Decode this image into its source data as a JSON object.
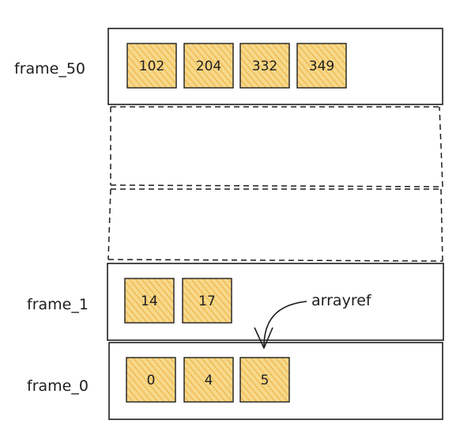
{
  "colors": {
    "stroke": "#1e1e1e",
    "cell_fill": "#f5cf7a",
    "hatch": "#e8a52a",
    "background": "#ffffff"
  },
  "frames": [
    {
      "label": "frame_50",
      "values": [
        "102",
        "204",
        "332",
        "349"
      ]
    },
    {
      "label": "frame_1",
      "values": [
        "14",
        "17"
      ]
    },
    {
      "label": "frame_0",
      "values": [
        "0",
        "4",
        "5"
      ]
    }
  ],
  "elided_frames": 2,
  "annotation": {
    "text": "arrayref",
    "icon": "curved-arrow-icon"
  }
}
